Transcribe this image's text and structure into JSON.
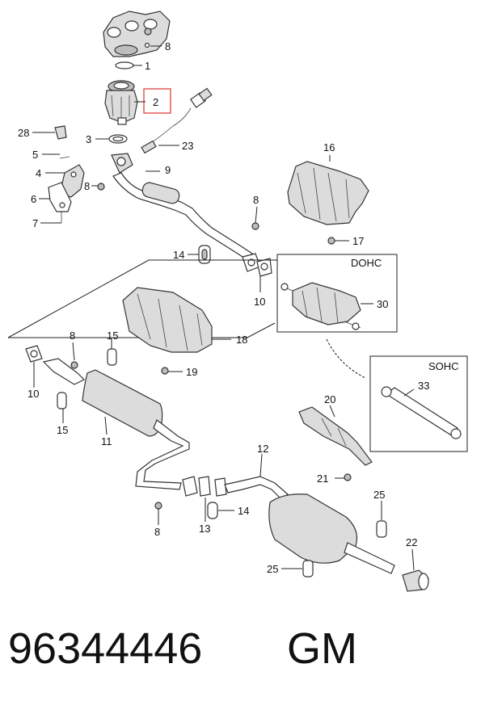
{
  "diagram": {
    "part_number": "96344446",
    "brand": "GM",
    "highlighted_callout": "2",
    "highlight_color": "#e05a5a",
    "box_labels": {
      "dohc": "DOHC",
      "sohc": "SOHC"
    },
    "callouts": {
      "c1": "1",
      "c2": "2",
      "c3": "3",
      "c4": "4",
      "c5": "5",
      "c6": "6",
      "c7": "7",
      "c8a": "8",
      "c8b": "8",
      "c8c": "8",
      "c8d": "8",
      "c8e": "8",
      "c9": "9",
      "c10a": "10",
      "c10b": "10",
      "c11": "11",
      "c12": "12",
      "c13": "13",
      "c14a": "14",
      "c14b": "14",
      "c15a": "15",
      "c15b": "15",
      "c16": "16",
      "c17": "17",
      "c18": "18",
      "c19": "19",
      "c20": "20",
      "c21": "21",
      "c22": "22",
      "c23": "23",
      "c25a": "25",
      "c25b": "25",
      "c28": "28",
      "c30": "30",
      "c33": "33"
    }
  }
}
